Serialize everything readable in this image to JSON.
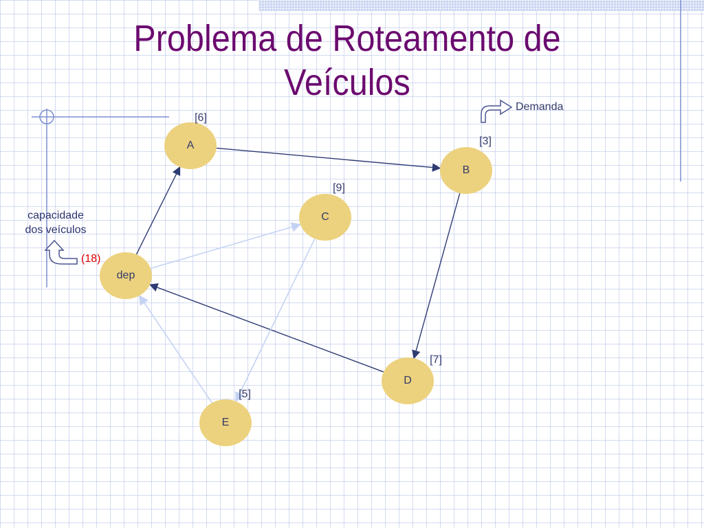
{
  "title": {
    "line1": "Problema de Roteamento de",
    "line2": "Veículos"
  },
  "legend": {
    "demand_label": "Demanda"
  },
  "capacity": {
    "label_line1": "capacidade",
    "label_line2": "dos veículos",
    "value": "(18)"
  },
  "nodes": [
    {
      "id": "dep",
      "label": "dep",
      "demand": ""
    },
    {
      "id": "A",
      "label": "A",
      "demand": "[6]"
    },
    {
      "id": "B",
      "label": "B",
      "demand": "[3]"
    },
    {
      "id": "C",
      "label": "C",
      "demand": "[9]"
    },
    {
      "id": "D",
      "label": "D",
      "demand": "[7]"
    },
    {
      "id": "E",
      "label": "E",
      "demand": "[5]"
    }
  ],
  "routes": [
    {
      "from": "dep",
      "to": "A",
      "style": "dark"
    },
    {
      "from": "A",
      "to": "B",
      "style": "dark"
    },
    {
      "from": "B",
      "to": "D",
      "style": "dark"
    },
    {
      "from": "D",
      "to": "dep",
      "style": "dark"
    },
    {
      "from": "dep",
      "to": "C",
      "style": "light"
    },
    {
      "from": "C",
      "to": "E",
      "style": "light"
    },
    {
      "from": "E",
      "to": "dep",
      "style": "light"
    }
  ],
  "colors": {
    "title": "#6b0a6f",
    "node_fill": "#ecd27e",
    "node_text": "#333a6a",
    "route_dark": "#2e3a72",
    "route_light": "#c4d3f3",
    "capacity_value": "#e00000"
  }
}
